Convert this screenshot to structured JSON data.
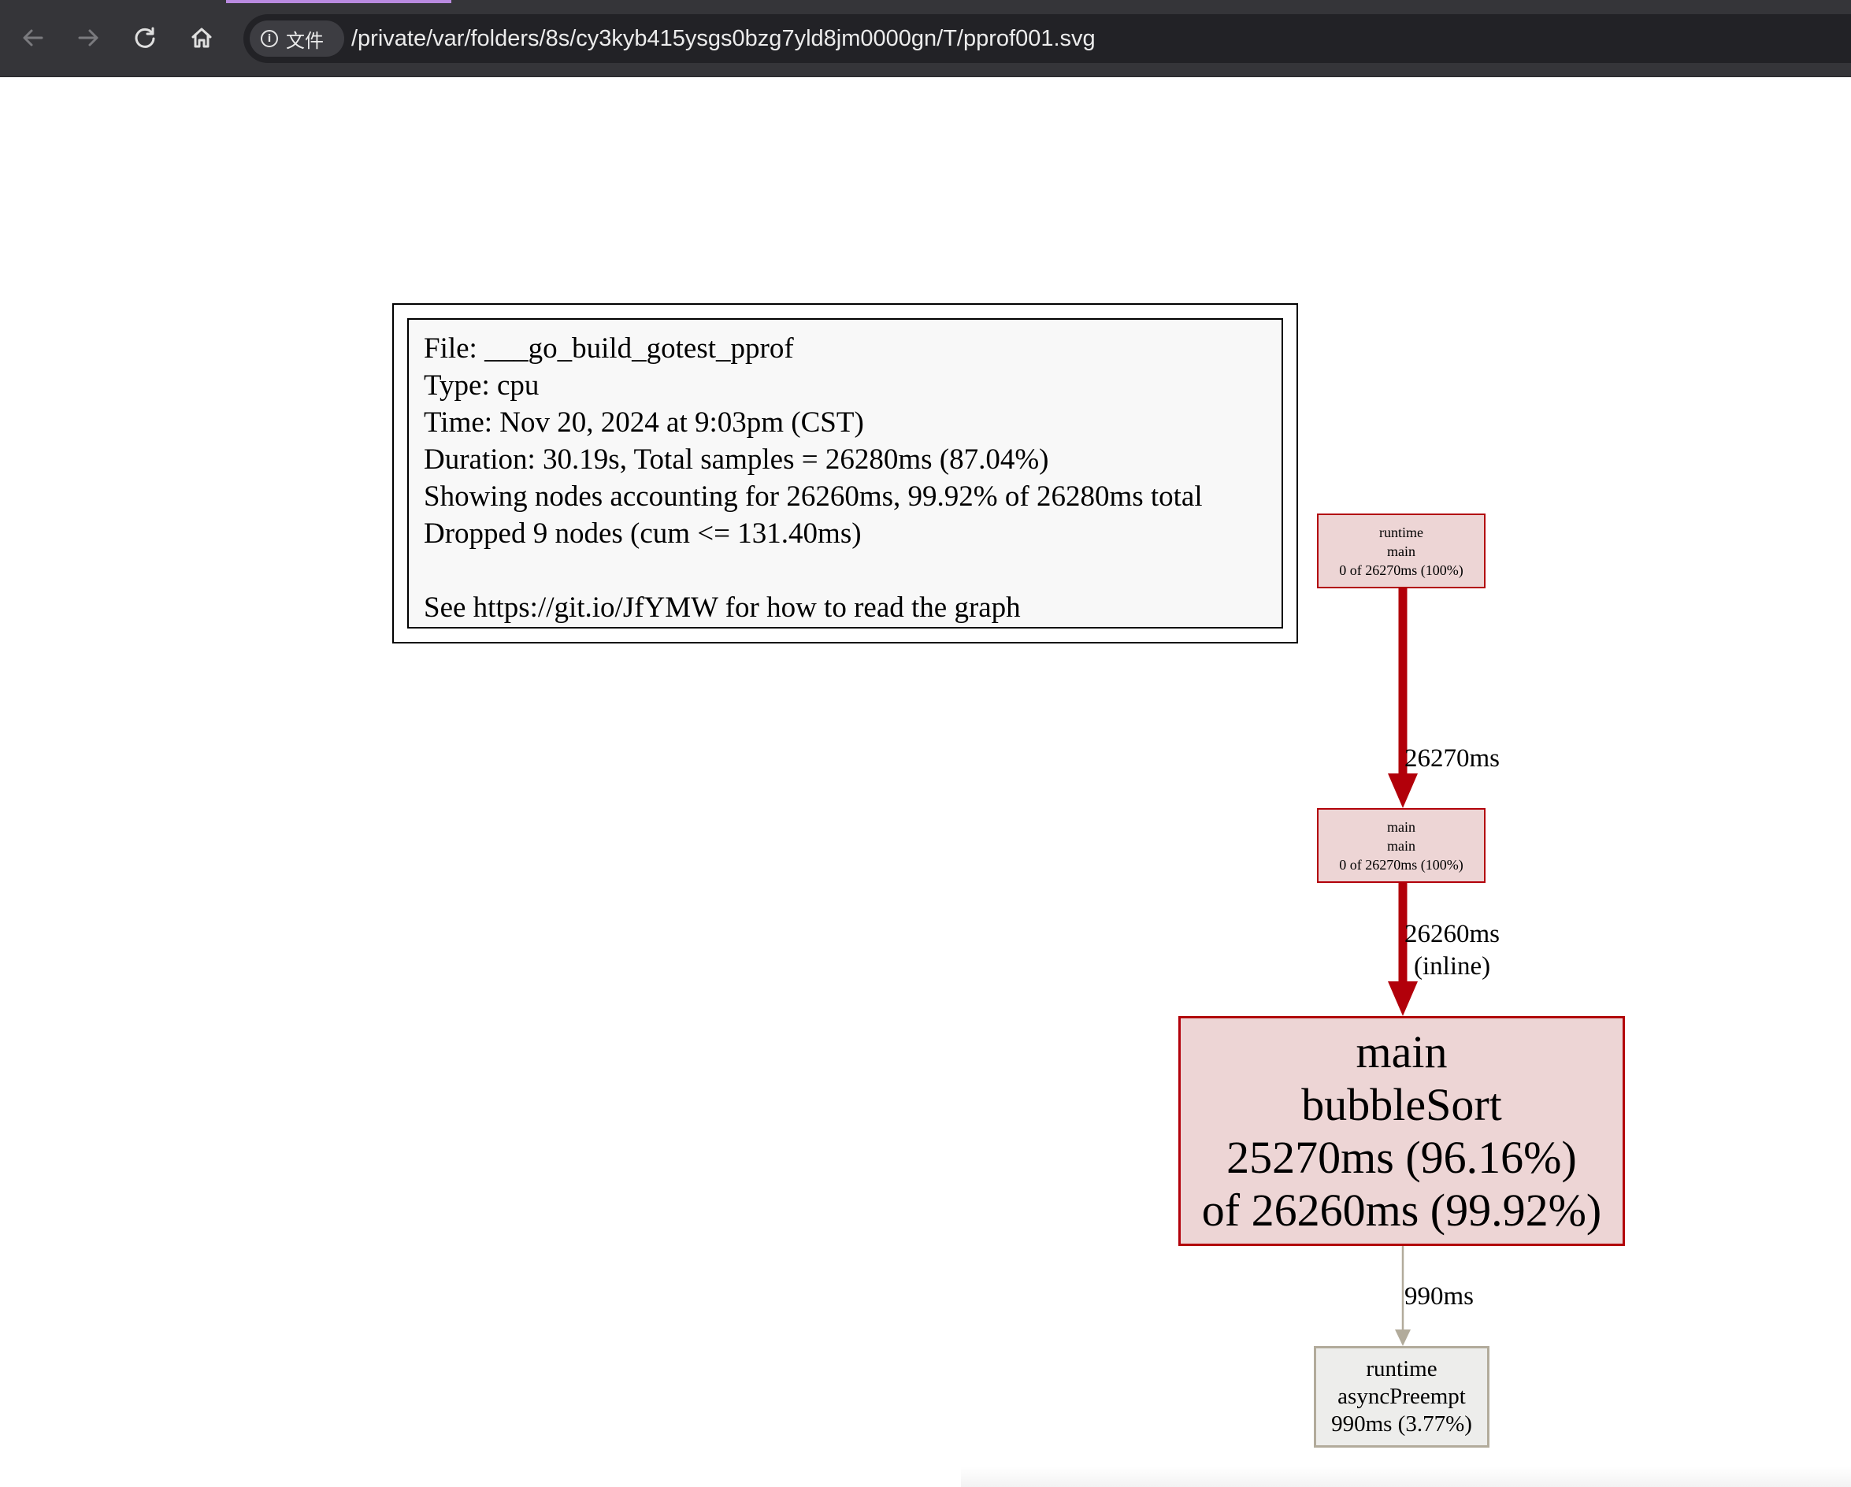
{
  "browser": {
    "site_chip_label": "文件",
    "url": "/private/var/folders/8s/cy3kyb415ysgs0bzg7yld8jm0000gn/T/pprof001.svg",
    "icons": {
      "back": "back-arrow-icon",
      "forward": "forward-arrow-icon",
      "reload": "reload-icon",
      "home": "home-icon",
      "info": "info-icon"
    }
  },
  "legend": {
    "file": "File: ___go_build_gotest_pprof",
    "type": "Type: cpu",
    "time": "Time: Nov 20, 2024 at 9:03pm (CST)",
    "duration": "Duration: 30.19s, Total samples = 26280ms (87.04%)",
    "showing": "Showing nodes accounting for 26260ms, 99.92% of 26280ms total",
    "dropped": "Dropped 9 nodes (cum <= 131.40ms)",
    "see": "See https://git.io/JfYMW for how to read the graph"
  },
  "nodes": {
    "runtime_main": {
      "pkg": "runtime",
      "func": "main",
      "stats": "0 of 26270ms (100%)"
    },
    "main_main": {
      "pkg": "main",
      "func": "main",
      "stats": "0 of 26270ms (100%)"
    },
    "main_bubbleSort": {
      "pkg": "main",
      "func": "bubbleSort",
      "flat": "25270ms (96.16%)",
      "cum": "of 26260ms (99.92%)"
    },
    "runtime_asyncPreempt": {
      "pkg": "runtime",
      "func": "asyncPreempt",
      "stats": "990ms (3.77%)"
    }
  },
  "edges": {
    "runtime_main_to_main_main": {
      "label": "26270ms"
    },
    "main_main_to_bubbleSort": {
      "label": "26260ms",
      "note": "(inline)"
    },
    "bubbleSort_to_asyncPreempt": {
      "label": "990ms"
    }
  },
  "colors": {
    "hot_edge": "#b2000a",
    "cold_edge": "#b2ab9b",
    "hot_node_fill": "#edd5d5",
    "cold_node_fill": "#ededeb",
    "toolbar": "#353539",
    "tab_progress": "#b98ae0"
  }
}
